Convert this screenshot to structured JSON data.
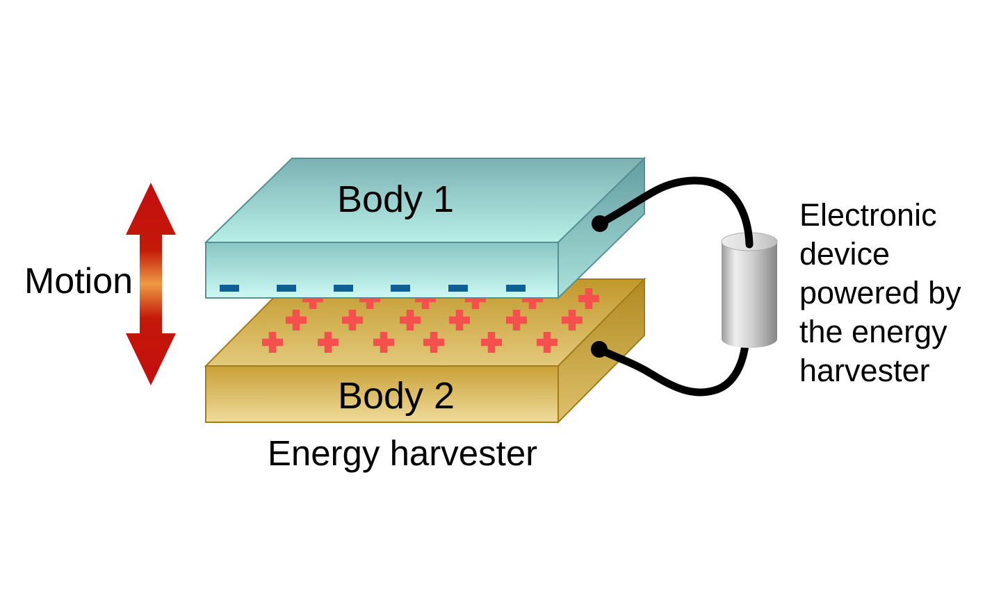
{
  "labels": {
    "motion": "Motion",
    "body1": "Body 1",
    "body2": "Body 2",
    "caption": "Energy harvester"
  },
  "device": {
    "lines": [
      "Electronic",
      "device",
      "powered by",
      "the energy",
      "harvester"
    ]
  },
  "charges": {
    "negative_symbol": "−",
    "positive_symbol": "+",
    "negative_count": 6,
    "positive_rows": [
      6,
      6,
      6
    ]
  },
  "colors": {
    "background": "#ffffff",
    "text": "#000000",
    "arrow_red": "#c30e10",
    "arrow_orange": "#ee9a44",
    "body1_teal_dark": "#6ea7ab",
    "body1_teal_light": "#cdf8f2",
    "body2_gold_dark": "#b1891f",
    "body2_gold_light": "#efdb9b",
    "negative_charge": "#0c6097",
    "positive_charge": "#f3504e",
    "wire": "#000000",
    "device_gray": "#c8c8c8"
  }
}
